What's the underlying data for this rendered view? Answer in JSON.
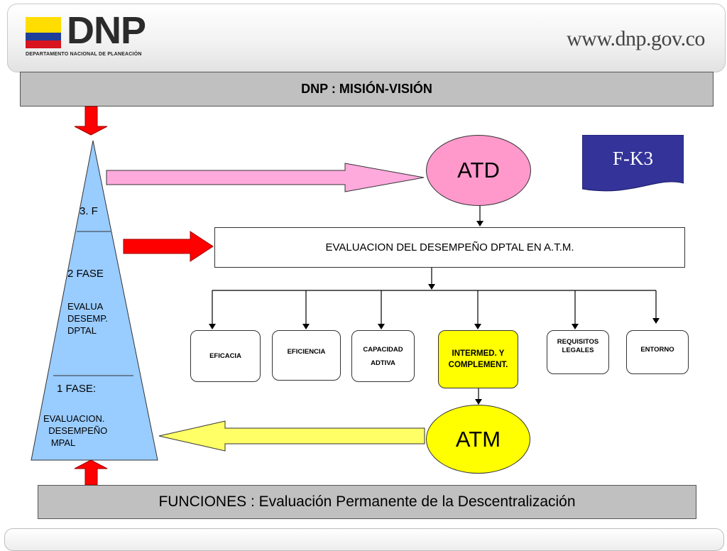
{
  "header": {
    "logo_text": "DNP",
    "logo_subtitle": "DEPARTAMENTO NACIONAL DE PLANEACIÓN",
    "url": "www.dnp.gov.co"
  },
  "top_bar": {
    "label": "DNP : MISIÓN-VISIÓN"
  },
  "bottom_bar": {
    "label": "FUNCIONES : Evaluación Permanente de la Descentralización"
  },
  "pyramid": {
    "phase3": "3. F",
    "phase2": "2 FASE",
    "phase2_desc": "EVALUA\nDESEMP.\nDPTAL",
    "phase1": "1 FASE:",
    "phase1_desc": "EVALUACION.\n  DESEMPEÑO\n   MPAL"
  },
  "nodes": {
    "atd": "ATD",
    "atm": "ATM",
    "fk3": "F-K3",
    "evaluation": "EVALUACION DEL DESEMPEÑO DPTAL EN  A.T.M."
  },
  "categories": [
    {
      "label": "EFICACIA"
    },
    {
      "label": "EFICIENCIA"
    },
    {
      "label": "CAPACIDAD\nADTIVA"
    },
    {
      "label": "INTERMED. Y\nCOMPLEMENT."
    },
    {
      "label": "REQUISITOS\nLEGALES"
    },
    {
      "label": "ENTORNO"
    }
  ],
  "colors": {
    "bar_gray": "#c0c0c0",
    "pyramid_blue": "#99ccff",
    "atd_pink": "#ff99cc",
    "atm_yellow": "#ffff00",
    "fk3_navy": "#333399",
    "arrow_red": "#ff0000",
    "arrow_pink": "#ffaadd",
    "arrow_yellow": "#ffff66"
  }
}
